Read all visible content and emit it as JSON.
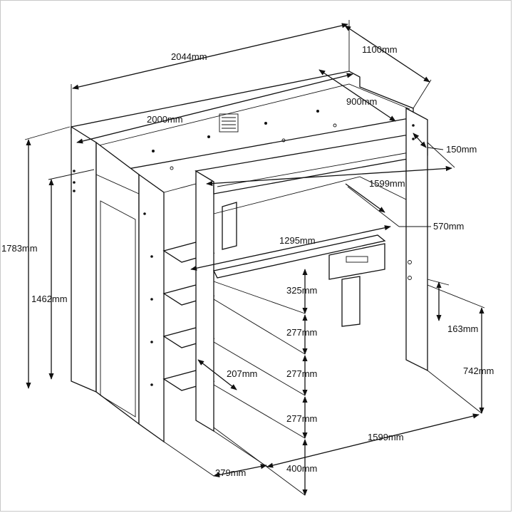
{
  "dimensions": {
    "overall_length": "2044mm",
    "overall_depth": "1100mm",
    "inner_depth": "900mm",
    "inner_length": "2000mm",
    "guard_rail_height": "150mm",
    "desk_width_top": "1599mm",
    "desk_depth": "570mm",
    "desk_length": "1295mm",
    "overall_height": "1783mm",
    "bed_height": "1462mm",
    "shelf_gap_1": "325mm",
    "shelf_gap_2": "277mm",
    "shelf_gap_3": "277mm",
    "shelf_gap_4": "277mm",
    "bottom_gap": "400mm",
    "drawer_height": "163mm",
    "desk_height": "742mm",
    "shelf_depth": "207mm",
    "shelf_width": "379mm",
    "base_width": "1599mm"
  }
}
